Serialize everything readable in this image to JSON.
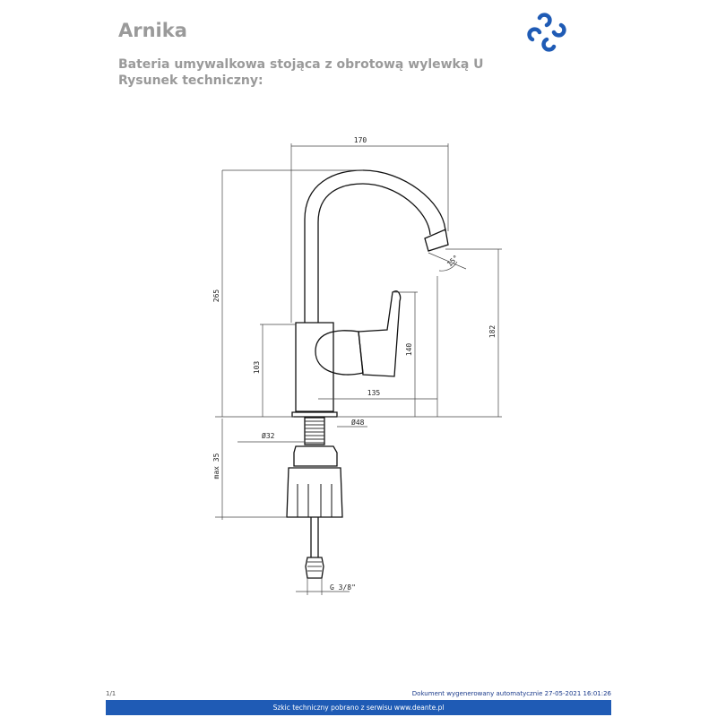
{
  "header": {
    "title": "Arnika",
    "subtitle_line1": "Bateria umywalkowa stojąca z obrotową wylewką U",
    "subtitle_line2": "Rysunek techniczny:"
  },
  "logo": {
    "icon": "deante-logo-icon",
    "color": "#1f5bb5"
  },
  "drawing": {
    "dim_width_top": "170",
    "dim_height_total": "265",
    "dim_height_spout": "182",
    "dim_handle_height": "140",
    "dim_body_height": "103",
    "dim_reach": "135",
    "dim_base_diameter": "Ø48",
    "dim_thread_diameter": "Ø32",
    "dim_mount_depth": "max 35",
    "dim_angle": "15°",
    "dim_hose_thread": "G 3/8\""
  },
  "footer": {
    "page": "1/1",
    "generated": "Dokument wygenerowany automatycznie 27-05-2021 16:01:26",
    "source": "Szkic techniczny pobrano z serwisu www.deante.pl",
    "bar_color": "#1f5bb5"
  }
}
